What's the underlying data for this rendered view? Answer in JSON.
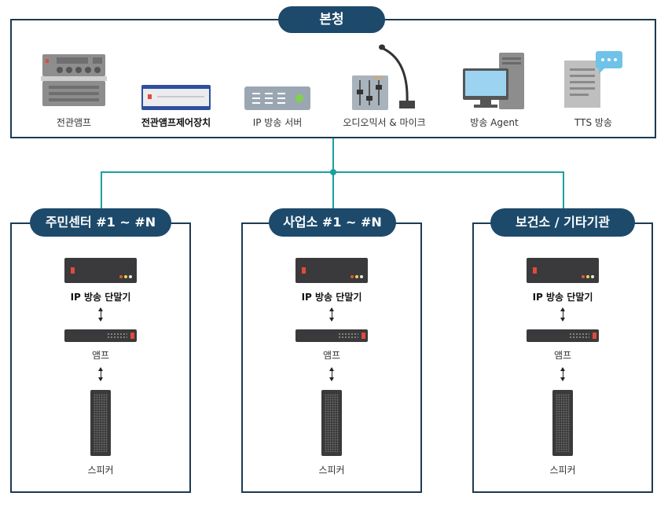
{
  "hq": {
    "title": "본청",
    "devices": [
      {
        "label": "전관앰프",
        "icon": "central-amplifier-icon"
      },
      {
        "label": "전관앰프제어장치",
        "icon": "amplifier-controller-icon"
      },
      {
        "label": "IP 방송 서버",
        "icon": "ip-broadcast-server-icon"
      },
      {
        "label": "오디오믹서 & 마이크",
        "icon": "audio-mixer-microphone-icon"
      },
      {
        "label": "방송 Agent",
        "icon": "broadcast-agent-computer-icon"
      },
      {
        "label": "TTS 방송",
        "icon": "tts-broadcast-icon"
      }
    ]
  },
  "sites": [
    {
      "title": "주민센터 #1 ~ #N",
      "terminal": "IP 방송 단말기",
      "amp": "앰프",
      "speaker": "스피커"
    },
    {
      "title": "사업소 #1 ~ #N",
      "terminal": "IP 방송 단말기",
      "amp": "앰프",
      "speaker": "스피커"
    },
    {
      "title": "보건소 / 기타기관",
      "terminal": "IP 방송 단말기",
      "amp": "앰프",
      "speaker": "스피커"
    }
  ],
  "colors": {
    "accent": "#17a2a0",
    "title_pill": "#1d4a6b",
    "border": "#1d3a52",
    "device_dark": "#3a3a3c",
    "led_red": "#e04a3a"
  }
}
